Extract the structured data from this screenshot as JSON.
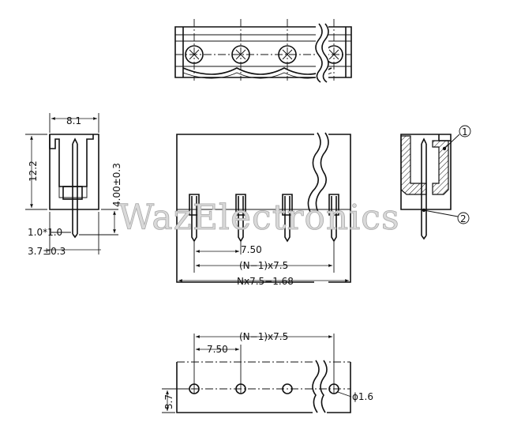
{
  "watermark": "WazElectronics",
  "labels": {
    "width_8_1": "8.1",
    "height_12_2": "12.2",
    "dim_4_00": "4.00±0.3",
    "pin_1_0": "1.0*1.0",
    "dim_3_7_tol": "3.7±0.3",
    "pitch_7_50": "7.50",
    "span_n1": "(N−1)x7.5",
    "total_len": "Nx7.5−1.68",
    "callout_1": "1",
    "callout_2": "2",
    "bottom_span": "(N−1)x7.5",
    "bottom_pitch": "7.50",
    "hole_dia": "ϕ1.6",
    "bottom_3_7": "3.7"
  },
  "colors": {
    "line": "#111111",
    "watermark_fill": "#d9d9d9",
    "watermark_stroke": "#aaaaaa"
  }
}
